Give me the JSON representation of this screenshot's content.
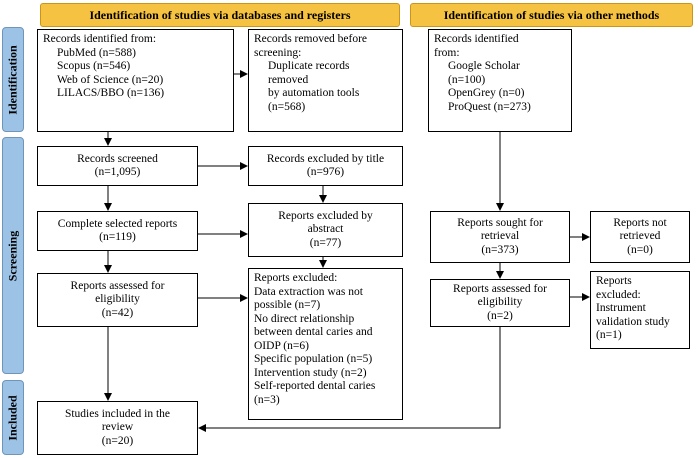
{
  "headers": {
    "databases": "Identification of studies via databases and registers",
    "other": "Identification of studies via other methods"
  },
  "phases": {
    "identification": "Identification",
    "screening": "Screening",
    "included": "Included"
  },
  "identified_db": {
    "title": "Records identified from:",
    "items": [
      "PubMed (n=588)",
      "Scopus (n=546)",
      "Web of Science (n=20)",
      "LILACS/BBO (n=136)"
    ]
  },
  "removed_before": {
    "lines": [
      "Records removed before",
      "screening:"
    ],
    "items": [
      "Duplicate records",
      "removed",
      "by automation tools",
      "(n=568)"
    ]
  },
  "identified_other": {
    "lines": [
      "Records identified",
      "from:"
    ],
    "items": [
      "Google Scholar",
      "(n=100)",
      "OpenGrey (n=0)",
      "ProQuest (n=273)"
    ]
  },
  "screened": {
    "lines": [
      "Records screened",
      "(n=1,095)"
    ]
  },
  "excluded_title": {
    "lines": [
      "Records excluded by title",
      "(n=976)"
    ]
  },
  "complete_selected": {
    "lines": [
      "Complete selected reports",
      "(n=119)"
    ]
  },
  "excluded_abstract": {
    "lines": [
      "Reports excluded by",
      "abstract",
      "(n=77)"
    ]
  },
  "sought_retrieval": {
    "lines": [
      "Reports sought for",
      "retrieval",
      "(n=373)"
    ]
  },
  "not_retrieved": {
    "lines": [
      "Reports not",
      "retrieved",
      "(n=0)"
    ]
  },
  "assessed_db": {
    "lines": [
      "Reports assessed for",
      "eligibility",
      "(n=42)"
    ]
  },
  "excluded_reports": {
    "lines": [
      "Reports excluded:",
      "Data extraction was not",
      "possible (n=7)",
      "No direct relationship",
      "between dental caries and",
      "OIDP (n=6)",
      "Specific population (n=5)",
      "Intervention study (n=2)",
      "Self-reported dental caries",
      "(n=3)"
    ]
  },
  "assessed_other": {
    "lines": [
      "Reports assessed for",
      "eligibility",
      "(n=2)"
    ]
  },
  "excluded_other": {
    "lines": [
      "Reports",
      "excluded:",
      "Instrument",
      "validation study",
      "(n=1)"
    ]
  },
  "included_box": {
    "lines": [
      "Studies included in the",
      "review",
      "(n=20)"
    ]
  },
  "colors": {
    "header_fill": "#f5c242",
    "phase_fill": "#9cc2e5",
    "line": "#000000"
  }
}
